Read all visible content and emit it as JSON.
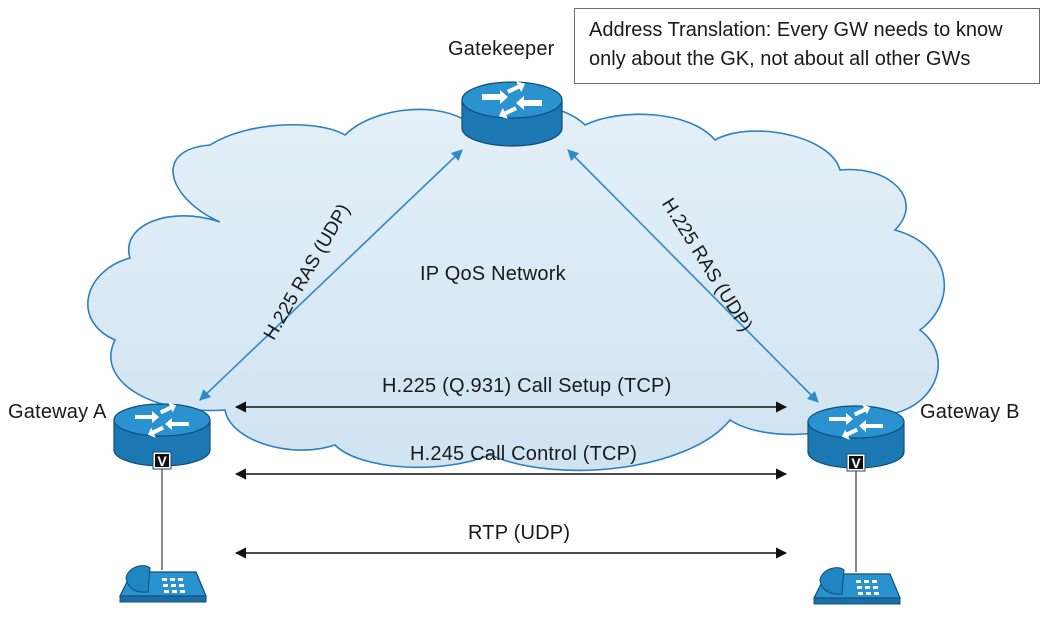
{
  "note": {
    "line1": "Address Translation: Every GW needs to know",
    "line2": "only about the GK, not about all other GWs"
  },
  "nodes": {
    "gatekeeper": "Gatekeeper",
    "gateway_a": "Gateway A",
    "gateway_b": "Gateway B",
    "gateway_badge": "V"
  },
  "network_label": "IP QoS Network",
  "links": {
    "ras_left": "H.225 RAS (UDP)",
    "ras_right": "H.225 RAS (UDP)",
    "call_setup": "H.225 (Q.931) Call Setup (TCP)",
    "call_control": "H.245 Call Control (TCP)",
    "rtp": "RTP (UDP)"
  },
  "colors": {
    "cloud_fill": "#dcebf5",
    "cloud_stroke": "#2e7fc0",
    "device_blue": "#1f86c2",
    "arrow_blue": "#2e8bc9",
    "arrow_black": "#111111"
  }
}
